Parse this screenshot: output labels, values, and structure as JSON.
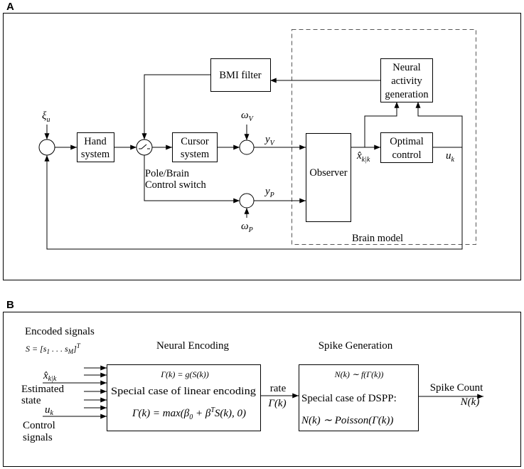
{
  "panel_a": {
    "label": "A",
    "brain_model_label": "Brain model",
    "bmi_filter_label": "BMI filter",
    "neural_activity_label": [
      "Neural",
      "activity",
      "generation"
    ],
    "hand_system_label": [
      "Hand",
      "system"
    ],
    "cursor_system_label": [
      "Cursor",
      "system"
    ],
    "observer_label": "Observer",
    "optimal_control_label": [
      "Optimal",
      "control"
    ],
    "switch_caption": [
      "Pole/Brain",
      "Control switch"
    ],
    "xi_u": {
      "base": "ξ",
      "sub": "u"
    },
    "omega_v": {
      "base": "ω",
      "sub": "V"
    },
    "omega_p": {
      "base": "ω",
      "sub": "P"
    },
    "y_v": {
      "base": "y",
      "sub": "V"
    },
    "y_p": {
      "base": "y",
      "sub": "P"
    },
    "x_hat": {
      "base": "x̂",
      "sub": "k|k"
    },
    "u_k": {
      "base": "u",
      "sub": "k"
    }
  },
  "panel_b": {
    "label": "B",
    "encoded_signals_title": "Encoded signals",
    "s_definition": {
      "lead": "S = [s",
      "sub1": "1",
      "mid": " . . . s",
      "sub2": "M",
      "close": "]",
      "sup": "T"
    },
    "neural_encoding_title": "Neural Encoding",
    "spike_generation_title": "Spike Generation",
    "encoding_box": {
      "general_formula": "Γ(k) = g(S(k))",
      "description": "Special case of linear encoding",
      "formula": {
        "lead": "Γ(k) = max(β",
        "sub": "0",
        "mid": " + β",
        "sup": "T",
        "tail": "S(k), 0)"
      }
    },
    "spike_box": {
      "general_formula": "N(k) ∼ f(Γ(k))",
      "description": "Special case of DSPP:",
      "formula": {
        "lead": "N(k) ∼ ",
        "dist": "Poisson",
        "tail": "(Γ(k))"
      }
    },
    "inputs": {
      "x_hat": {
        "base": "x̂",
        "sub": "k|k"
      },
      "estimated_state": [
        "Estimated",
        "state"
      ],
      "u_k": {
        "base": "u",
        "sub": "k"
      },
      "control_signals": [
        "Control",
        "signals"
      ]
    },
    "rate_label": [
      "rate",
      "Γ(k)"
    ],
    "output_label": [
      "Spike Count",
      "N(k)"
    ]
  }
}
